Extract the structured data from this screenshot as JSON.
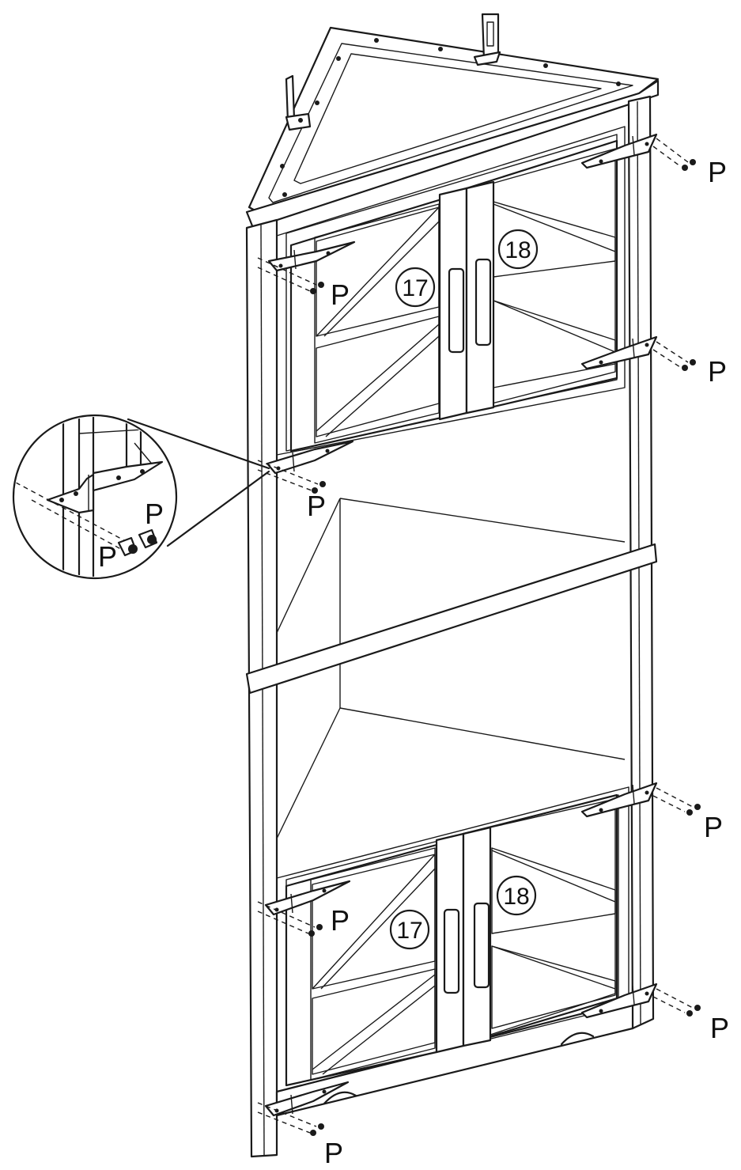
{
  "diagram": {
    "part_numbers": {
      "left_door": "17",
      "right_door": "18"
    },
    "screw_label": "P"
  }
}
